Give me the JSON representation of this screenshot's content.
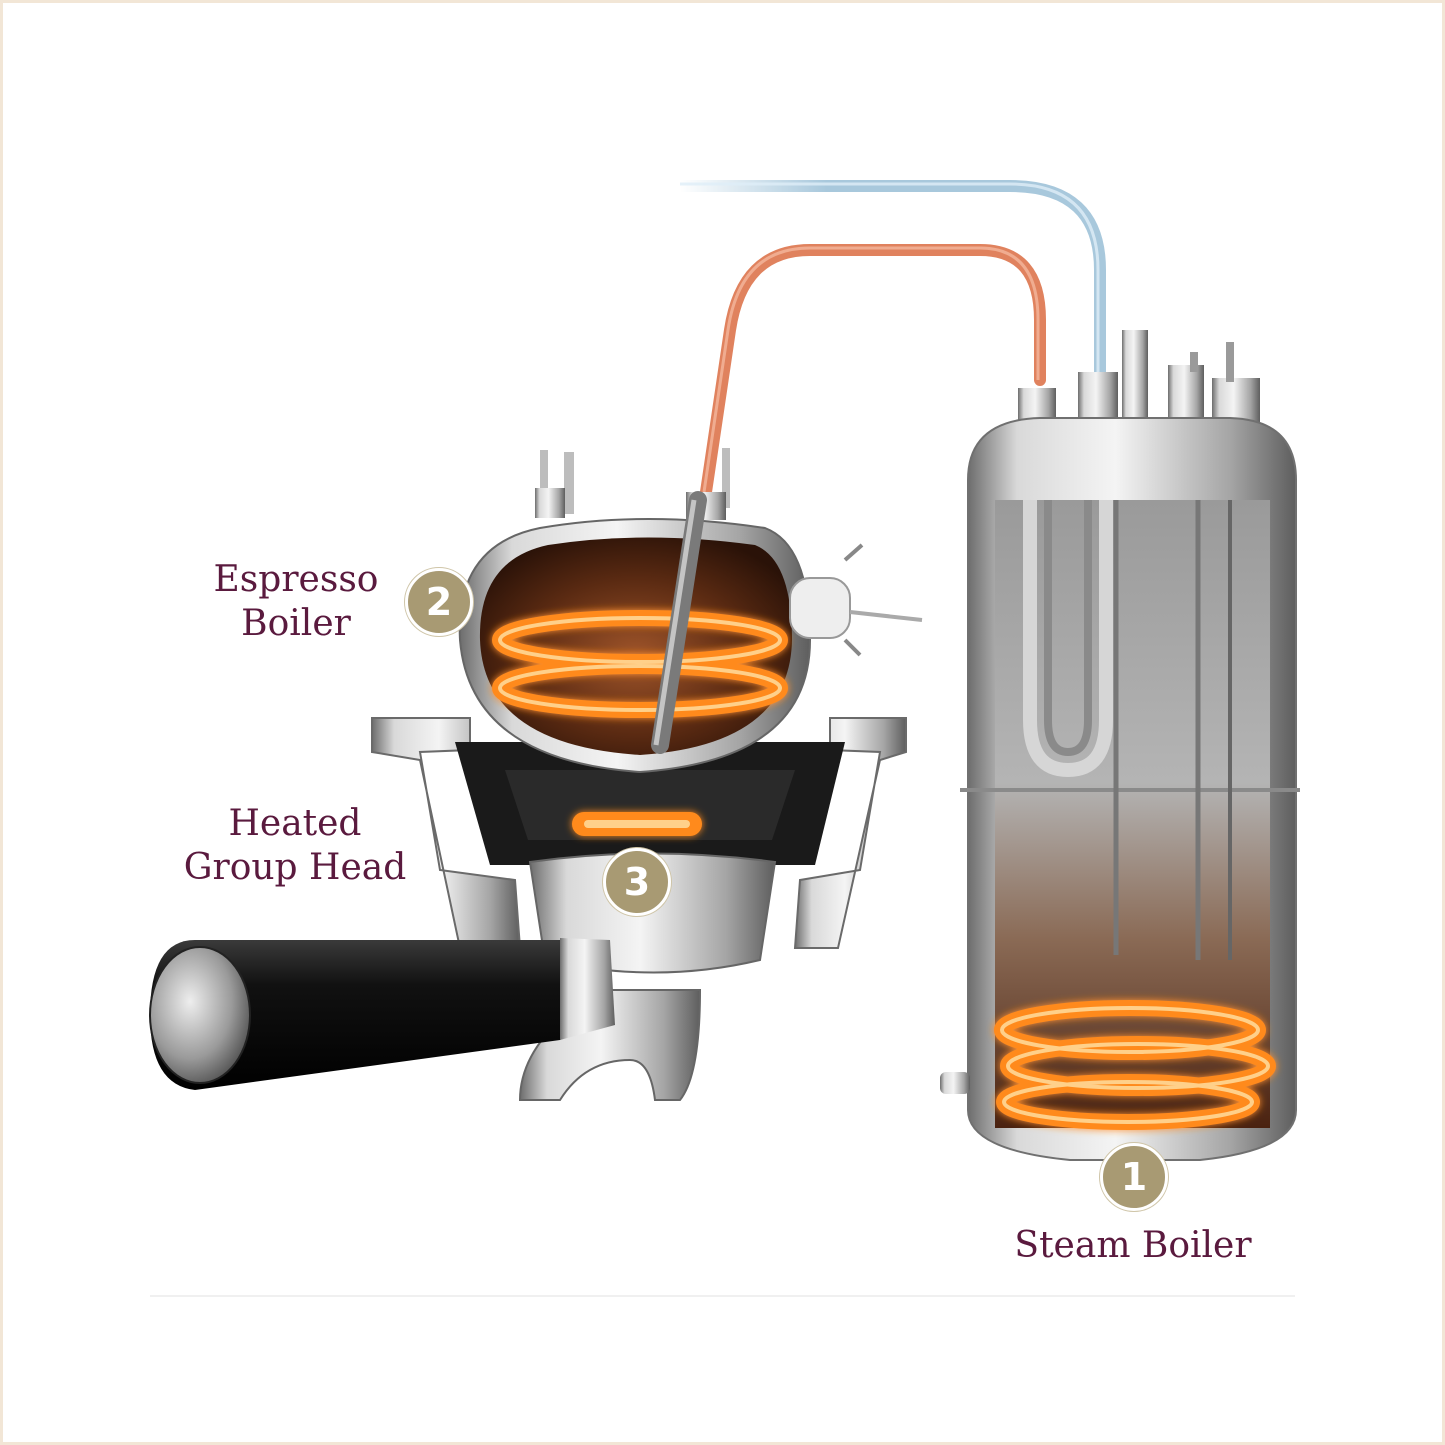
{
  "diagram": {
    "components": [
      {
        "number": "2",
        "label_line1": "Espresso",
        "label_line2": "Boiler"
      },
      {
        "number": "3",
        "label_line1": "Heated",
        "label_line2": "Group Head"
      },
      {
        "number": "1",
        "label_line1": "Steam Boiler"
      }
    ]
  },
  "colors": {
    "label_text": "#5a1a3e",
    "badge_fill": "#a89a73",
    "hot_pipe": "#e0825e",
    "cold_pipe": "#a8c8dc",
    "heating_element": "#ff8a1c",
    "metal": "#b9b9b9"
  }
}
